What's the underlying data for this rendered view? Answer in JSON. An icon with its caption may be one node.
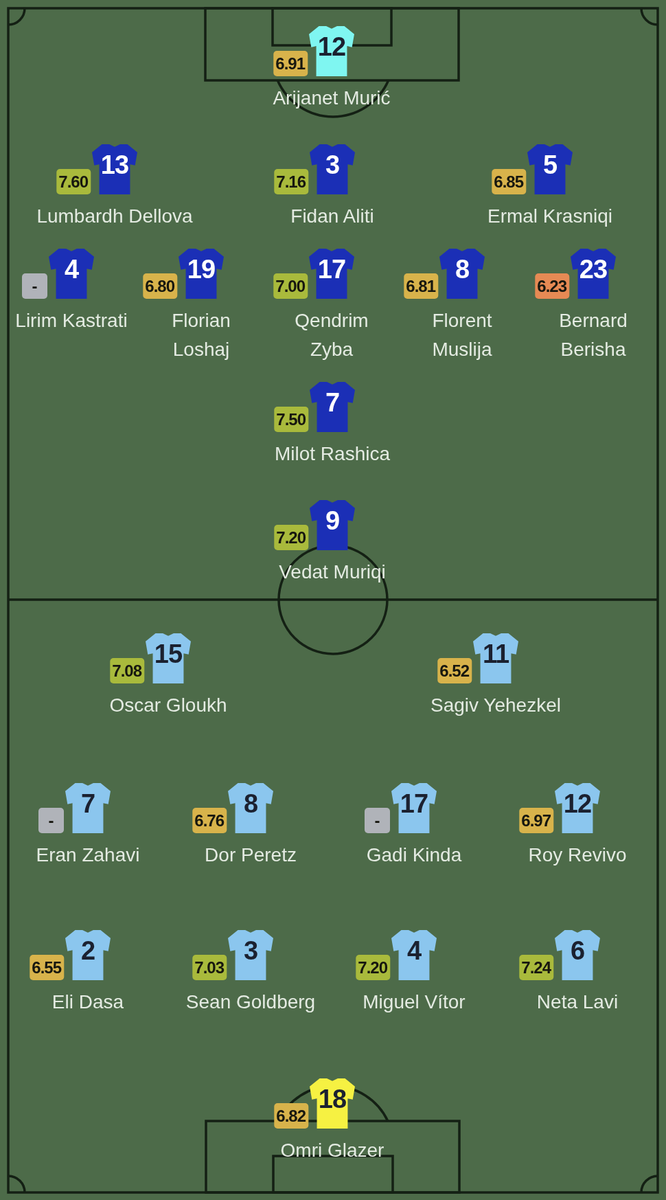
{
  "diagram": {
    "nodes": [
      {
        "text": [
          "12"
        ],
        "beside": [
          "6.91",
          "Arijanet Murić"
        ]
      },
      {
        "text": [
          "13"
        ],
        "beside": [
          "7.60",
          "Lumbardh Dellova"
        ]
      },
      {
        "text": [
          "3"
        ],
        "beside": [
          "7.16",
          "Fidan Aliti"
        ]
      },
      {
        "text": [
          "5"
        ],
        "beside": [
          "6.85",
          "Ermal Krasniqi"
        ]
      },
      {
        "text": [
          "4"
        ],
        "beside": [
          "-",
          "Lirim Kastrati"
        ]
      },
      {
        "text": [
          "19"
        ],
        "beside": [
          "6.80",
          "Florian Loshaj"
        ]
      },
      {
        "text": [
          "17"
        ],
        "beside": [
          "7.00",
          "Qendrim Zyba"
        ]
      },
      {
        "text": [
          "8"
        ],
        "beside": [
          "6.81",
          "Florent Muslija"
        ]
      },
      {
        "text": [
          "23"
        ],
        "beside": [
          "6.23",
          "Bernard Berisha"
        ]
      },
      {
        "text": [
          "7"
        ],
        "beside": [
          "7.50",
          "Milot Rashica"
        ]
      },
      {
        "text": [
          "9"
        ],
        "beside": [
          "7.20",
          "Vedat Muriqi"
        ]
      },
      {
        "text": [
          "15"
        ],
        "beside": [
          "7.08",
          "Oscar Gloukh"
        ]
      },
      {
        "text": [
          "11"
        ],
        "beside": [
          "6.52",
          "Sagiv Yehezkel"
        ]
      },
      {
        "text": [
          "7"
        ],
        "beside": [
          "-",
          "Eran Zahavi"
        ]
      },
      {
        "text": [
          "8"
        ],
        "beside": [
          "6.76",
          "Dor Peretz"
        ]
      },
      {
        "text": [
          "17"
        ],
        "beside": [
          "-",
          "Gadi Kinda"
        ]
      },
      {
        "text": [
          "12"
        ],
        "beside": [
          "6.97",
          "Roy Revivo"
        ]
      },
      {
        "text": [
          "2"
        ],
        "beside": [
          "6.55",
          "Eli Dasa"
        ]
      },
      {
        "text": [
          "3"
        ],
        "beside": [
          "7.03",
          "Sean Goldberg"
        ]
      },
      {
        "text": [
          "4"
        ],
        "beside": [
          "7.20",
          "Miguel Vítor"
        ]
      },
      {
        "text": [
          "6"
        ],
        "beside": [
          "7.24",
          "Neta Lavi"
        ]
      },
      {
        "text": [
          "18"
        ],
        "beside": [
          "6.82",
          "Omri Glazer"
        ]
      }
    ]
  }
}
